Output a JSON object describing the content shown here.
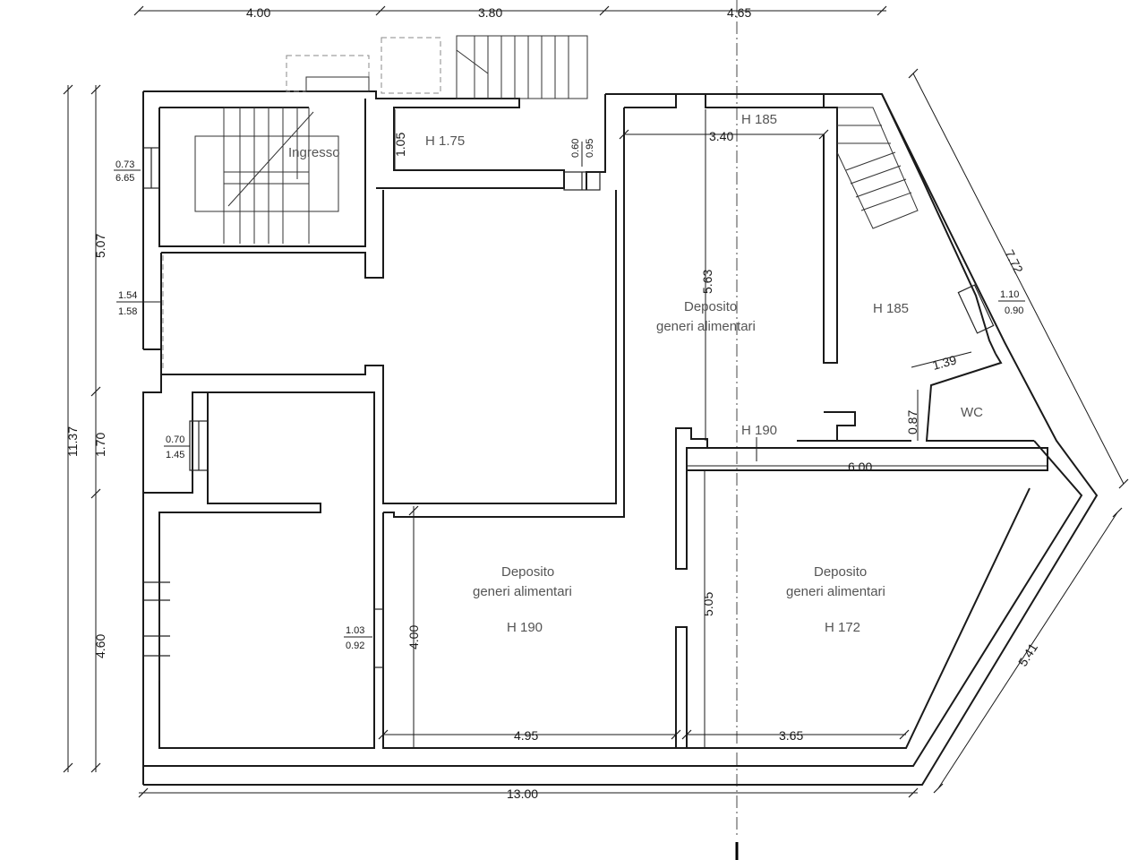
{
  "rooms": {
    "ingresso": "Ingresso",
    "corridor_height": "H 1.75",
    "top_height": "H 185",
    "deposito_upper_title": "Deposito",
    "deposito_upper_sub": "generi alimentari",
    "right_room_height": "H 185",
    "wc": "WC",
    "passage_height": "H 190",
    "deposito_mid_title": "Deposito",
    "deposito_mid_sub": "generi alimentari",
    "deposito_mid_height": "H 190",
    "deposito_right_title": "Deposito",
    "deposito_right_sub": "generi alimentari",
    "deposito_right_height": "H 172"
  },
  "dimensions": {
    "top_1": "4.00",
    "top_2": "3.80",
    "top_3": "4.65",
    "total_bottom": "13.00",
    "left_total": "11.37",
    "left_1": "5.07",
    "left_2": "1.70",
    "left_3": "4.60",
    "right_upper": "7.72",
    "right_lower": "5.41",
    "corridor_h": "1.05",
    "upper_width": "3.40",
    "upper_depth": "5.63",
    "diag_1": "1.39",
    "wc_h": "0.87",
    "lower_width": "6.00",
    "mid_depth": "4.00",
    "right_depth": "5.05",
    "mid_width": "4.95",
    "right_width": "3.65"
  },
  "openings": {
    "w1_a": "0.73",
    "w1_b": "6.65",
    "w2_a": "1.54",
    "w2_b": "1.58",
    "w3_a": "0.70",
    "w3_b": "1.45",
    "w4_a": "1.03",
    "w4_b": "0.92",
    "w5_a": "0.60",
    "w5_b": "0.95",
    "w6_a": "1.10",
    "w6_b": "0.90"
  }
}
